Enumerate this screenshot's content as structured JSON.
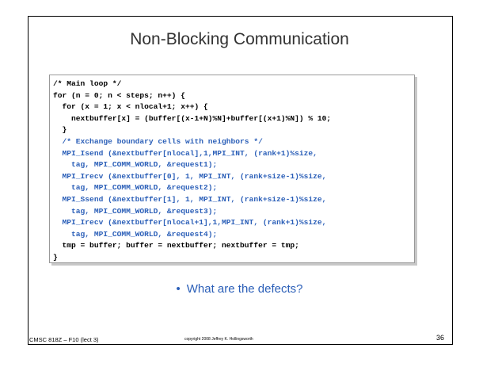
{
  "slide": {
    "title": "Non-Blocking Communication",
    "code_lines": [
      {
        "text": "/* Main loop */",
        "color": "black"
      },
      {
        "text": "for (n = 0; n < steps; n++) {",
        "color": "black"
      },
      {
        "text": "  for (x = 1; x < nlocal+1; x++) {",
        "color": "black"
      },
      {
        "text": "    nextbuffer[x] = (buffer[(x-1+N)%N]+buffer[(x+1)%N]) % 10;",
        "color": "black"
      },
      {
        "text": "  }",
        "color": "black"
      },
      {
        "text": "  /* Exchange boundary cells with neighbors */",
        "color": "blue"
      },
      {
        "text": "  MPI_Isend (&nextbuffer[nlocal],1,MPI_INT, (rank+1)%size,",
        "color": "blue"
      },
      {
        "text": "    tag, MPI_COMM_WORLD, &request1);",
        "color": "blue"
      },
      {
        "text": "  MPI_Irecv (&nextbuffer[0], 1, MPI_INT, (rank+size-1)%size,",
        "color": "blue"
      },
      {
        "text": "    tag, MPI_COMM_WORLD, &request2);",
        "color": "blue"
      },
      {
        "text": "  MPI_Ssend (&nextbuffer[1], 1, MPI_INT, (rank+size-1)%size,",
        "color": "blue"
      },
      {
        "text": "    tag, MPI_COMM_WORLD, &request3);",
        "color": "blue"
      },
      {
        "text": "  MPI_Irecv (&nextbuffer[nlocal+1],1,MPI_INT, (rank+1)%size,",
        "color": "blue"
      },
      {
        "text": "    tag, MPI_COMM_WORLD, &request4);",
        "color": "blue"
      },
      {
        "text": "  tmp = buffer; buffer = nextbuffer; nextbuffer = tmp;",
        "color": "black"
      },
      {
        "text": "}",
        "color": "black"
      }
    ],
    "bullet": {
      "symbol": "•",
      "text": "What are the defects?"
    },
    "footer": {
      "course": "CMSC 818Z – F10 (lect 3)",
      "copyright": "copyright 2008 Jeffrey K. Hollingsworth",
      "page_number": "36"
    },
    "colors": {
      "code_blue": "#2b5fb8",
      "title": "#333333"
    }
  }
}
